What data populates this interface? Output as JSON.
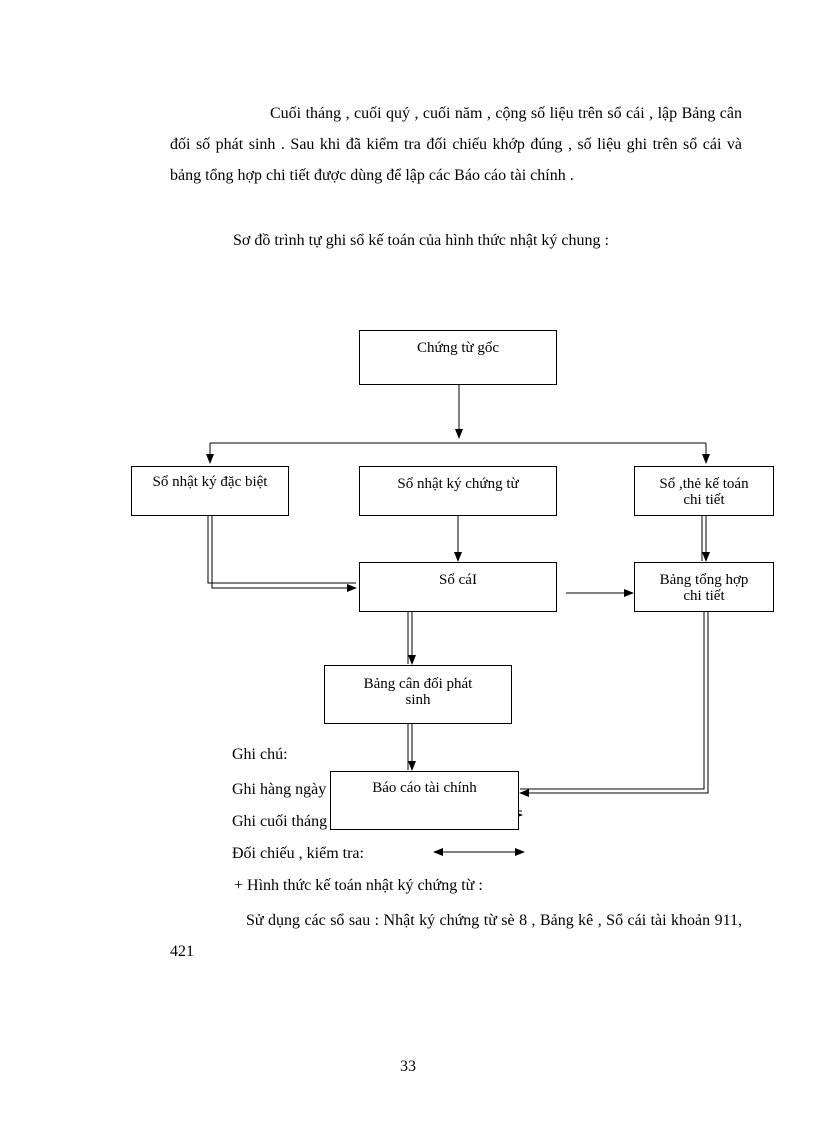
{
  "intro_paragraph": "Cuối tháng , cuối quý , cuối năm , cộng số liệu trên sổ cái , lập Bảng cân đối số phát sinh . Sau khi đã kiểm tra đối chiếu khớp đúng , số liệu ghi trên sổ cái và bảng tổng hợp chi tiết được dùng để lập các Báo cáo tài chính .",
  "diagram_caption": "Sơ đồ trình tự ghi sổ kế toán của hình thức nhật ký chung :",
  "diagram": {
    "chung_tu_goc": "Chứng từ gốc",
    "so_nhat_ky_dac_biet": "Sổ nhật ký đặc biệt",
    "so_nhat_ky_chung_tu": "Sổ nhật ký chứng từ",
    "so_the_ke_toan": "Sổ ,thẻ kế toán chi tiết",
    "so_cai": "Sổ cáI",
    "bang_tong_hop": "Bảng tổng hợp chi tiết",
    "bang_can_doi": "Bảng cân đối phát sinh",
    "bao_cao": "Báo cáo tài chính"
  },
  "legend": {
    "title": "Ghi chú:",
    "daily": "Ghi hàng ngày",
    "end_month": "Ghi cuối tháng",
    "reconcile": "Đối chiếu , kiểm tra:"
  },
  "section_heading": "+ Hình thức kế toán nhật ký chứng từ :",
  "body_paragraph": "Sử dụng các sổ sau : Nhật ký chứng từ sè 8 , Bảng kê , Sổ cái tài khoản 911, 421",
  "page_number": "33"
}
